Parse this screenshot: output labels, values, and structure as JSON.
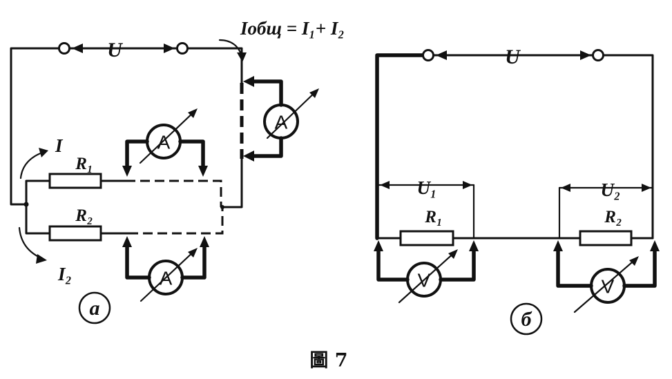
{
  "diagram_a": {
    "voltage_label": "U",
    "total_current_label": "Iобщ = I₁+ I₂",
    "current_label": "I",
    "branch_current_label": "I₂",
    "r1_label": "R₁",
    "r2_label": "R₂",
    "ammeter_symbol": "A",
    "panel_label": "a"
  },
  "diagram_b": {
    "voltage_label": "U",
    "u1_label": "U₁",
    "u2_label": "U₂",
    "r1_label": "R₁",
    "r2_label": "R₂",
    "voltmeter_symbol": "V",
    "panel_label": "б"
  },
  "caption": "圖 7"
}
